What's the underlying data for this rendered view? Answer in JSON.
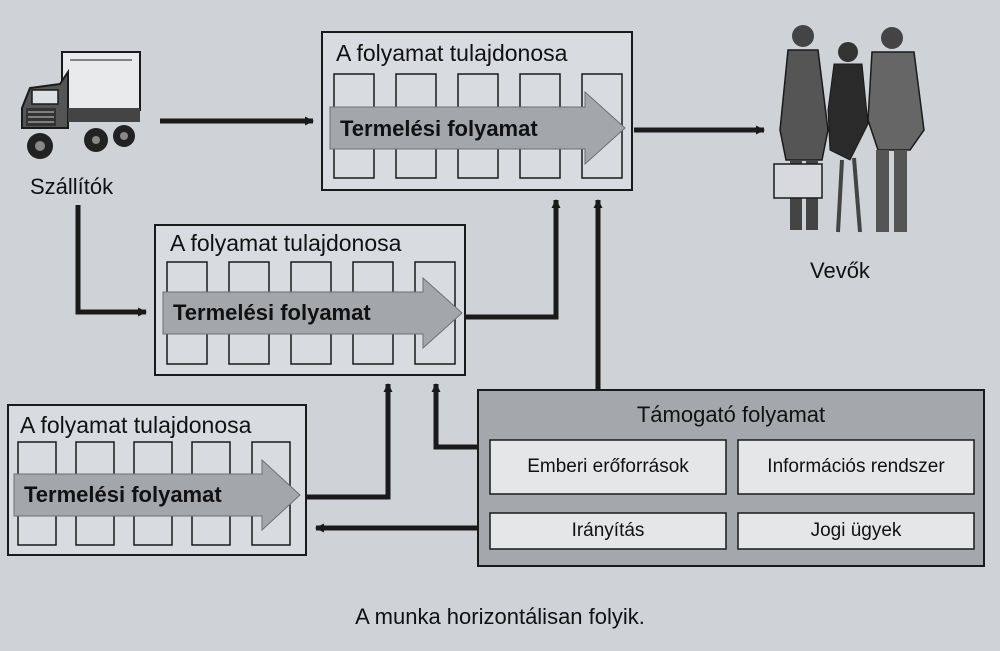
{
  "supplier": {
    "label": "Szállítók"
  },
  "customers": {
    "label": "Vevők"
  },
  "processes": [
    {
      "owner": "A folyamat tulajdonosa",
      "process": "Termelési folyamat"
    },
    {
      "owner": "A folyamat tulajdonosa",
      "process": "Termelési folyamat"
    },
    {
      "owner": "A folyamat tulajdonosa",
      "process": "Termelési folyamat"
    }
  ],
  "support": {
    "title": "Támogató folyamat",
    "items": [
      "Emberi erőforrások",
      "Információs rendszer",
      "Irányítás",
      "Jogi ügyek"
    ]
  },
  "caption": "A munka horizontálisan folyik.",
  "colors": {
    "background": "#cfd3d8",
    "support_fill": "#a4a7ab",
    "process_arrow": "#a3a7aa",
    "line": "#1a1a1a"
  }
}
